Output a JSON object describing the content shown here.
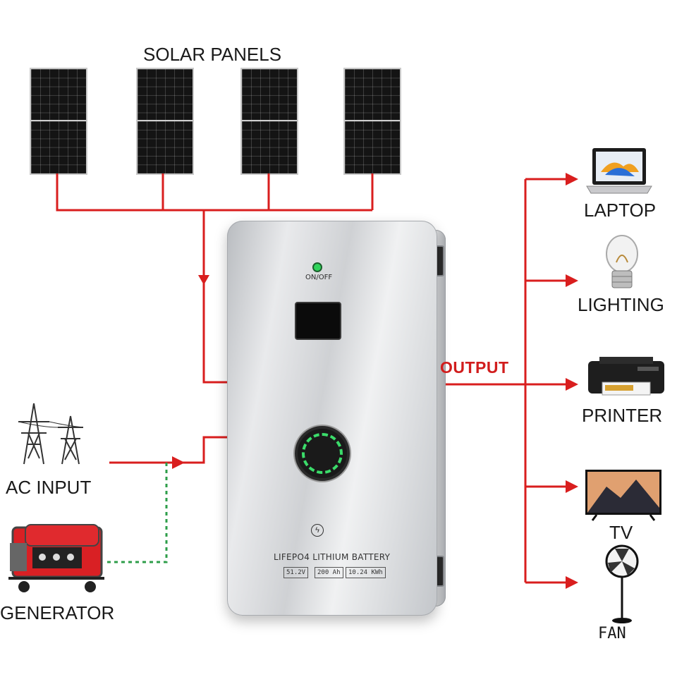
{
  "title": "SOLAR PANELS",
  "battery": {
    "onoff": "ON/OFF",
    "name": "LIFEPO4 LITHIUM BATTERY",
    "specs": [
      "51.2V",
      "200 Ah",
      "10.24 KWh"
    ]
  },
  "output_label": "OUTPUT",
  "inputs": {
    "ac": "AC INPUT",
    "generator": "GENERATOR"
  },
  "devices": [
    "LAPTOP",
    "LIGHTING",
    "PRINTER",
    "TV",
    "FAN"
  ],
  "colors": {
    "wire": "#d91e1e",
    "generator_wire": "#2e9e4a",
    "panel": "#141414"
  }
}
